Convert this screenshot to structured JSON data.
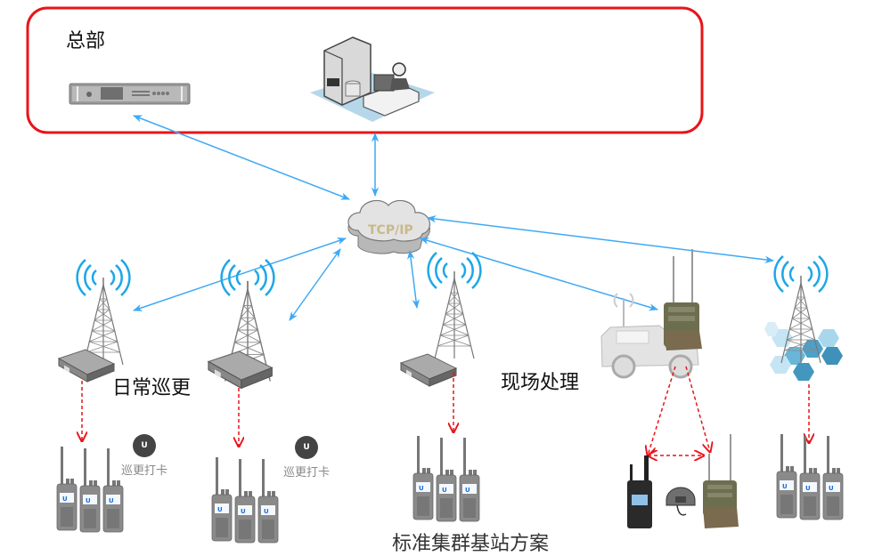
{
  "diagram": {
    "caption": "标准集群基站方案",
    "headquarters": {
      "title": "总部",
      "devices": [
        "dispatch-server-rack",
        "dispatch-console-operator"
      ],
      "border_color": "#e8141a"
    },
    "network": {
      "label": "TCP/IP",
      "label_color": "#c8b98a",
      "link_color": "#3fa9f5"
    },
    "scenarios": [
      {
        "id": "patrol",
        "label": "日常巡更"
      },
      {
        "id": "field",
        "label": "现场处理"
      }
    ],
    "patrol_checkin": [
      {
        "logo": "U",
        "label": "巡更打卡"
      },
      {
        "logo": "U",
        "label": "巡更打卡"
      }
    ],
    "nodes": [
      {
        "id": "base-station-1",
        "type": "tower-with-repeater"
      },
      {
        "id": "base-station-2",
        "type": "tower-with-repeater"
      },
      {
        "id": "base-station-3",
        "type": "tower-with-repeater"
      },
      {
        "id": "vehicle-station",
        "type": "vehicle-with-manpack"
      },
      {
        "id": "cellular-station",
        "type": "tower-with-hex-cells"
      }
    ],
    "radio_groups": [
      {
        "id": "radios-1",
        "count": 3,
        "screen_text": "U"
      },
      {
        "id": "radios-2",
        "count": 3,
        "screen_text": "U"
      },
      {
        "id": "radios-3",
        "count": 3,
        "screen_text": "U"
      },
      {
        "id": "radios-5",
        "count": 3,
        "screen_text": "U"
      }
    ],
    "field_units": [
      "handheld-radio",
      "helmet-headset",
      "manpack-radio"
    ],
    "wireless_link_color": "#e8141a"
  }
}
